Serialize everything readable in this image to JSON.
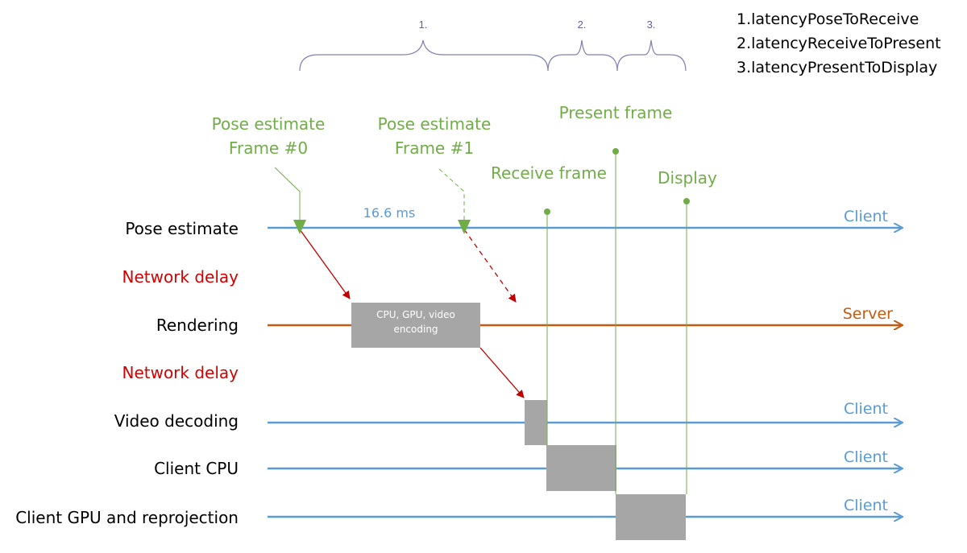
{
  "colors": {
    "client_line": "#5b9bd5",
    "server_line": "#c55a11",
    "green": "#70ad47",
    "red": "#d40000",
    "box": "#a6a6a6",
    "brace": "#8080b0"
  },
  "lanes": [
    {
      "id": "pose",
      "label": "Pose estimate",
      "side": "Client",
      "kind": "client"
    },
    {
      "id": "render",
      "label": "Rendering",
      "side": "Server",
      "kind": "server"
    },
    {
      "id": "decode",
      "label": "Video decoding",
      "side": "Client",
      "kind": "client"
    },
    {
      "id": "cpu",
      "label": "Client CPU",
      "side": "Client",
      "kind": "client"
    },
    {
      "id": "gpu",
      "label": "Client GPU and reprojection",
      "side": "Client",
      "kind": "client"
    }
  ],
  "network_delays": [
    "Network delay",
    "Network delay"
  ],
  "events": {
    "pose0": [
      "Pose estimate",
      "Frame #0"
    ],
    "pose1": [
      "Pose estimate",
      "Frame #1"
    ],
    "receive": "Receive frame",
    "present": "Present frame",
    "display": "Display"
  },
  "interval": "16.6 ms",
  "render_box": [
    "CPU, GPU, video",
    "encoding"
  ],
  "braces": [
    "1.",
    "2.",
    "3."
  ],
  "legend": [
    "1.latencyPoseToReceive",
    "2.latencyReceiveToPresent",
    "3.latencyPresentToDisplay"
  ]
}
